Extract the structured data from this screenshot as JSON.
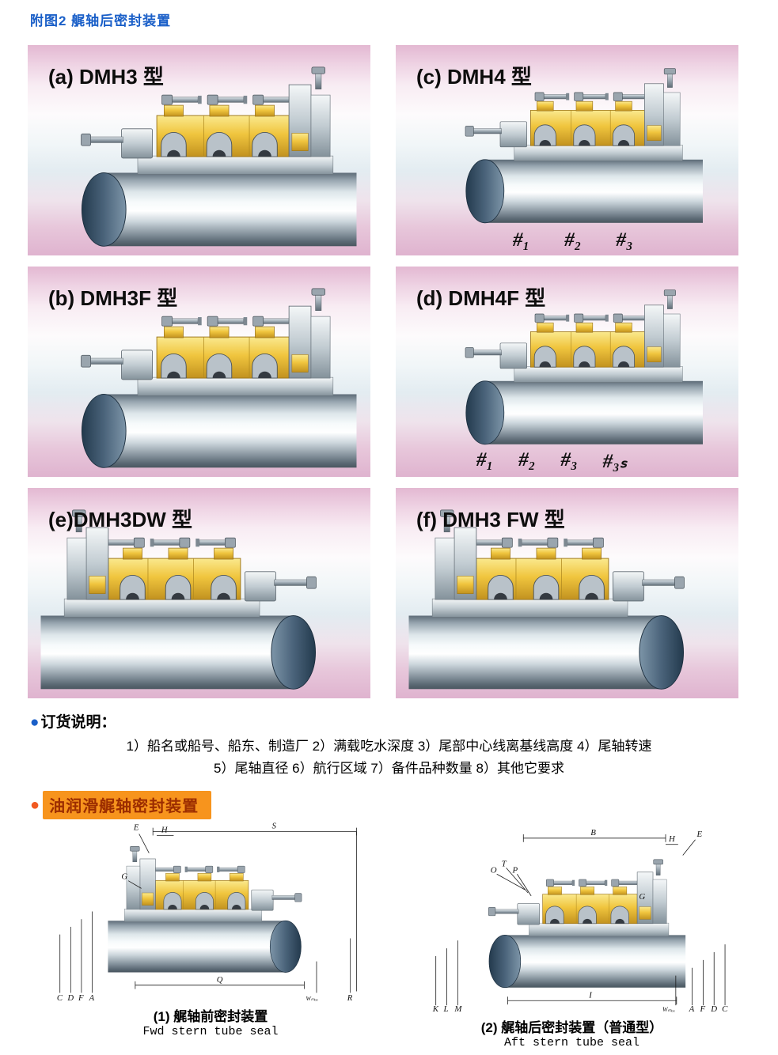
{
  "page": {
    "title": "附图2  艉轴后密封装置"
  },
  "colors": {
    "title_blue": "#1a5fc8",
    "bullet_orange": "#f15a22",
    "strip_orange": "#f7941d",
    "panel_pink": "#e3b8d2",
    "brass_yellow": "#f0c53e"
  },
  "panels": [
    {
      "label": "(a) DMH3 型",
      "marks": []
    },
    {
      "label": "(c) DMH4 型",
      "marks": [
        "#₁",
        "#₂",
        "#₃"
      ]
    },
    {
      "label": "(b) DMH3F 型",
      "marks": []
    },
    {
      "label": "(d) DMH4F 型",
      "marks": [
        "#₁",
        "#₂",
        "#₃",
        "#₃ₛ"
      ]
    },
    {
      "label": "(e)DMH3DW 型",
      "marks": []
    },
    {
      "label": "(f) DMH3 FW 型",
      "marks": []
    }
  ],
  "ordering": {
    "bullet": "●",
    "heading": "订货说明：",
    "line1": "1）船名或船号、船东、制造厂   2）满载吃水深度   3）尾部中心线离基线高度   4）尾轴转速",
    "line2": "5）尾轴直径   6）航行区域   7）备件品种数量   8）其他它要求"
  },
  "oil_section": {
    "bullet": "●",
    "heading": "油润滑艉轴密封装置"
  },
  "figures": [
    {
      "caption_zh": "(1) 艉轴前密封装置",
      "caption_en": "Fwd stern tube seal",
      "labels": [
        "E",
        "H",
        "S",
        "G",
        "Q",
        "C",
        "D",
        "F",
        "A",
        "Wₘₐₓ",
        "R"
      ]
    },
    {
      "caption_zh": "(2) 艉轴后密封装置（普通型）",
      "caption_en": "Aft stern tube seal",
      "labels": [
        "B",
        "H",
        "E",
        "O",
        "T",
        "P",
        "G",
        "K",
        "L",
        "M",
        "I",
        "Wₘₐₓ",
        "A",
        "F",
        "D",
        "C"
      ]
    }
  ]
}
